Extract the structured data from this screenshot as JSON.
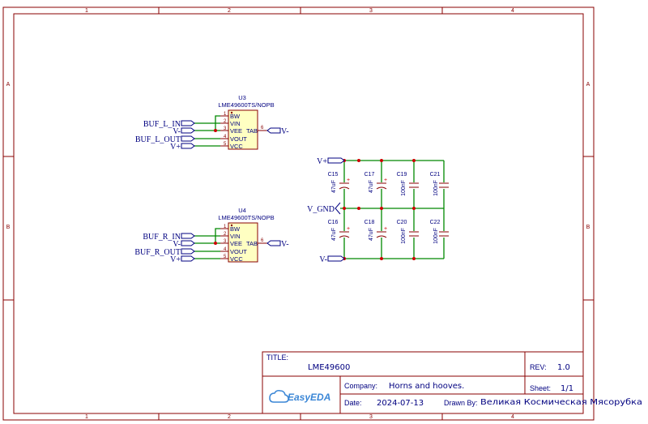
{
  "sheet": {
    "columns": [
      "1",
      "2",
      "3",
      "4"
    ],
    "rows": [
      "A",
      "B"
    ]
  },
  "u3": {
    "designator": "U3",
    "part": "LME49600TS/NOPB",
    "pins": [
      {
        "num": "1",
        "name": "BW"
      },
      {
        "num": "2",
        "name": "VIN"
      },
      {
        "num": "3",
        "name": "VEE"
      },
      {
        "num": "4",
        "name": "VOUT"
      },
      {
        "num": "5",
        "name": "VCC"
      }
    ],
    "tab_pin_num": "6",
    "tab_name": "TAB",
    "nets": [
      "BUF_L_IN",
      "V-",
      "BUF_L_OUT",
      "V+"
    ],
    "tab_net": "V-"
  },
  "u4": {
    "designator": "U4",
    "part": "LME49600TS/NOPB",
    "pins": [
      {
        "num": "1",
        "name": "BW"
      },
      {
        "num": "2",
        "name": "VIN"
      },
      {
        "num": "3",
        "name": "VEE"
      },
      {
        "num": "4",
        "name": "VOUT"
      },
      {
        "num": "5",
        "name": "VCC"
      }
    ],
    "tab_pin_num": "6",
    "tab_name": "TAB",
    "nets": [
      "BUF_R_IN",
      "V-",
      "BUF_R_OUT",
      "V+"
    ],
    "tab_net": "V-"
  },
  "power": {
    "vplus": "V+",
    "vminus": "V-",
    "gnd": "V_GND",
    "caps_top": [
      {
        "ref": "C15",
        "value": "47uF",
        "polarized": true
      },
      {
        "ref": "C17",
        "value": "47uF",
        "polarized": true
      },
      {
        "ref": "C19",
        "value": "100nF",
        "polarized": false
      },
      {
        "ref": "C21",
        "value": "100nF",
        "polarized": false
      }
    ],
    "caps_bottom": [
      {
        "ref": "C16",
        "value": "47uF",
        "polarized": true
      },
      {
        "ref": "C18",
        "value": "47uF",
        "polarized": true
      },
      {
        "ref": "C20",
        "value": "100nF",
        "polarized": false
      },
      {
        "ref": "C22",
        "value": "100nF",
        "polarized": false
      }
    ],
    "polarity_mark": "+"
  },
  "title_block": {
    "title_label": "TITLE:",
    "title_value": "LME49600",
    "rev_label": "REV:",
    "rev_value": "1.0",
    "company_label": "Company:",
    "company_value": "Horns and hooves.",
    "sheet_label": "Sheet:",
    "sheet_value": "1/1",
    "date_label": "Date:",
    "date_value": "2024-07-13",
    "drawn_label": "Drawn By:",
    "drawn_value": "Великая Космическая Мясорубка",
    "brand": "EasyEDA"
  }
}
